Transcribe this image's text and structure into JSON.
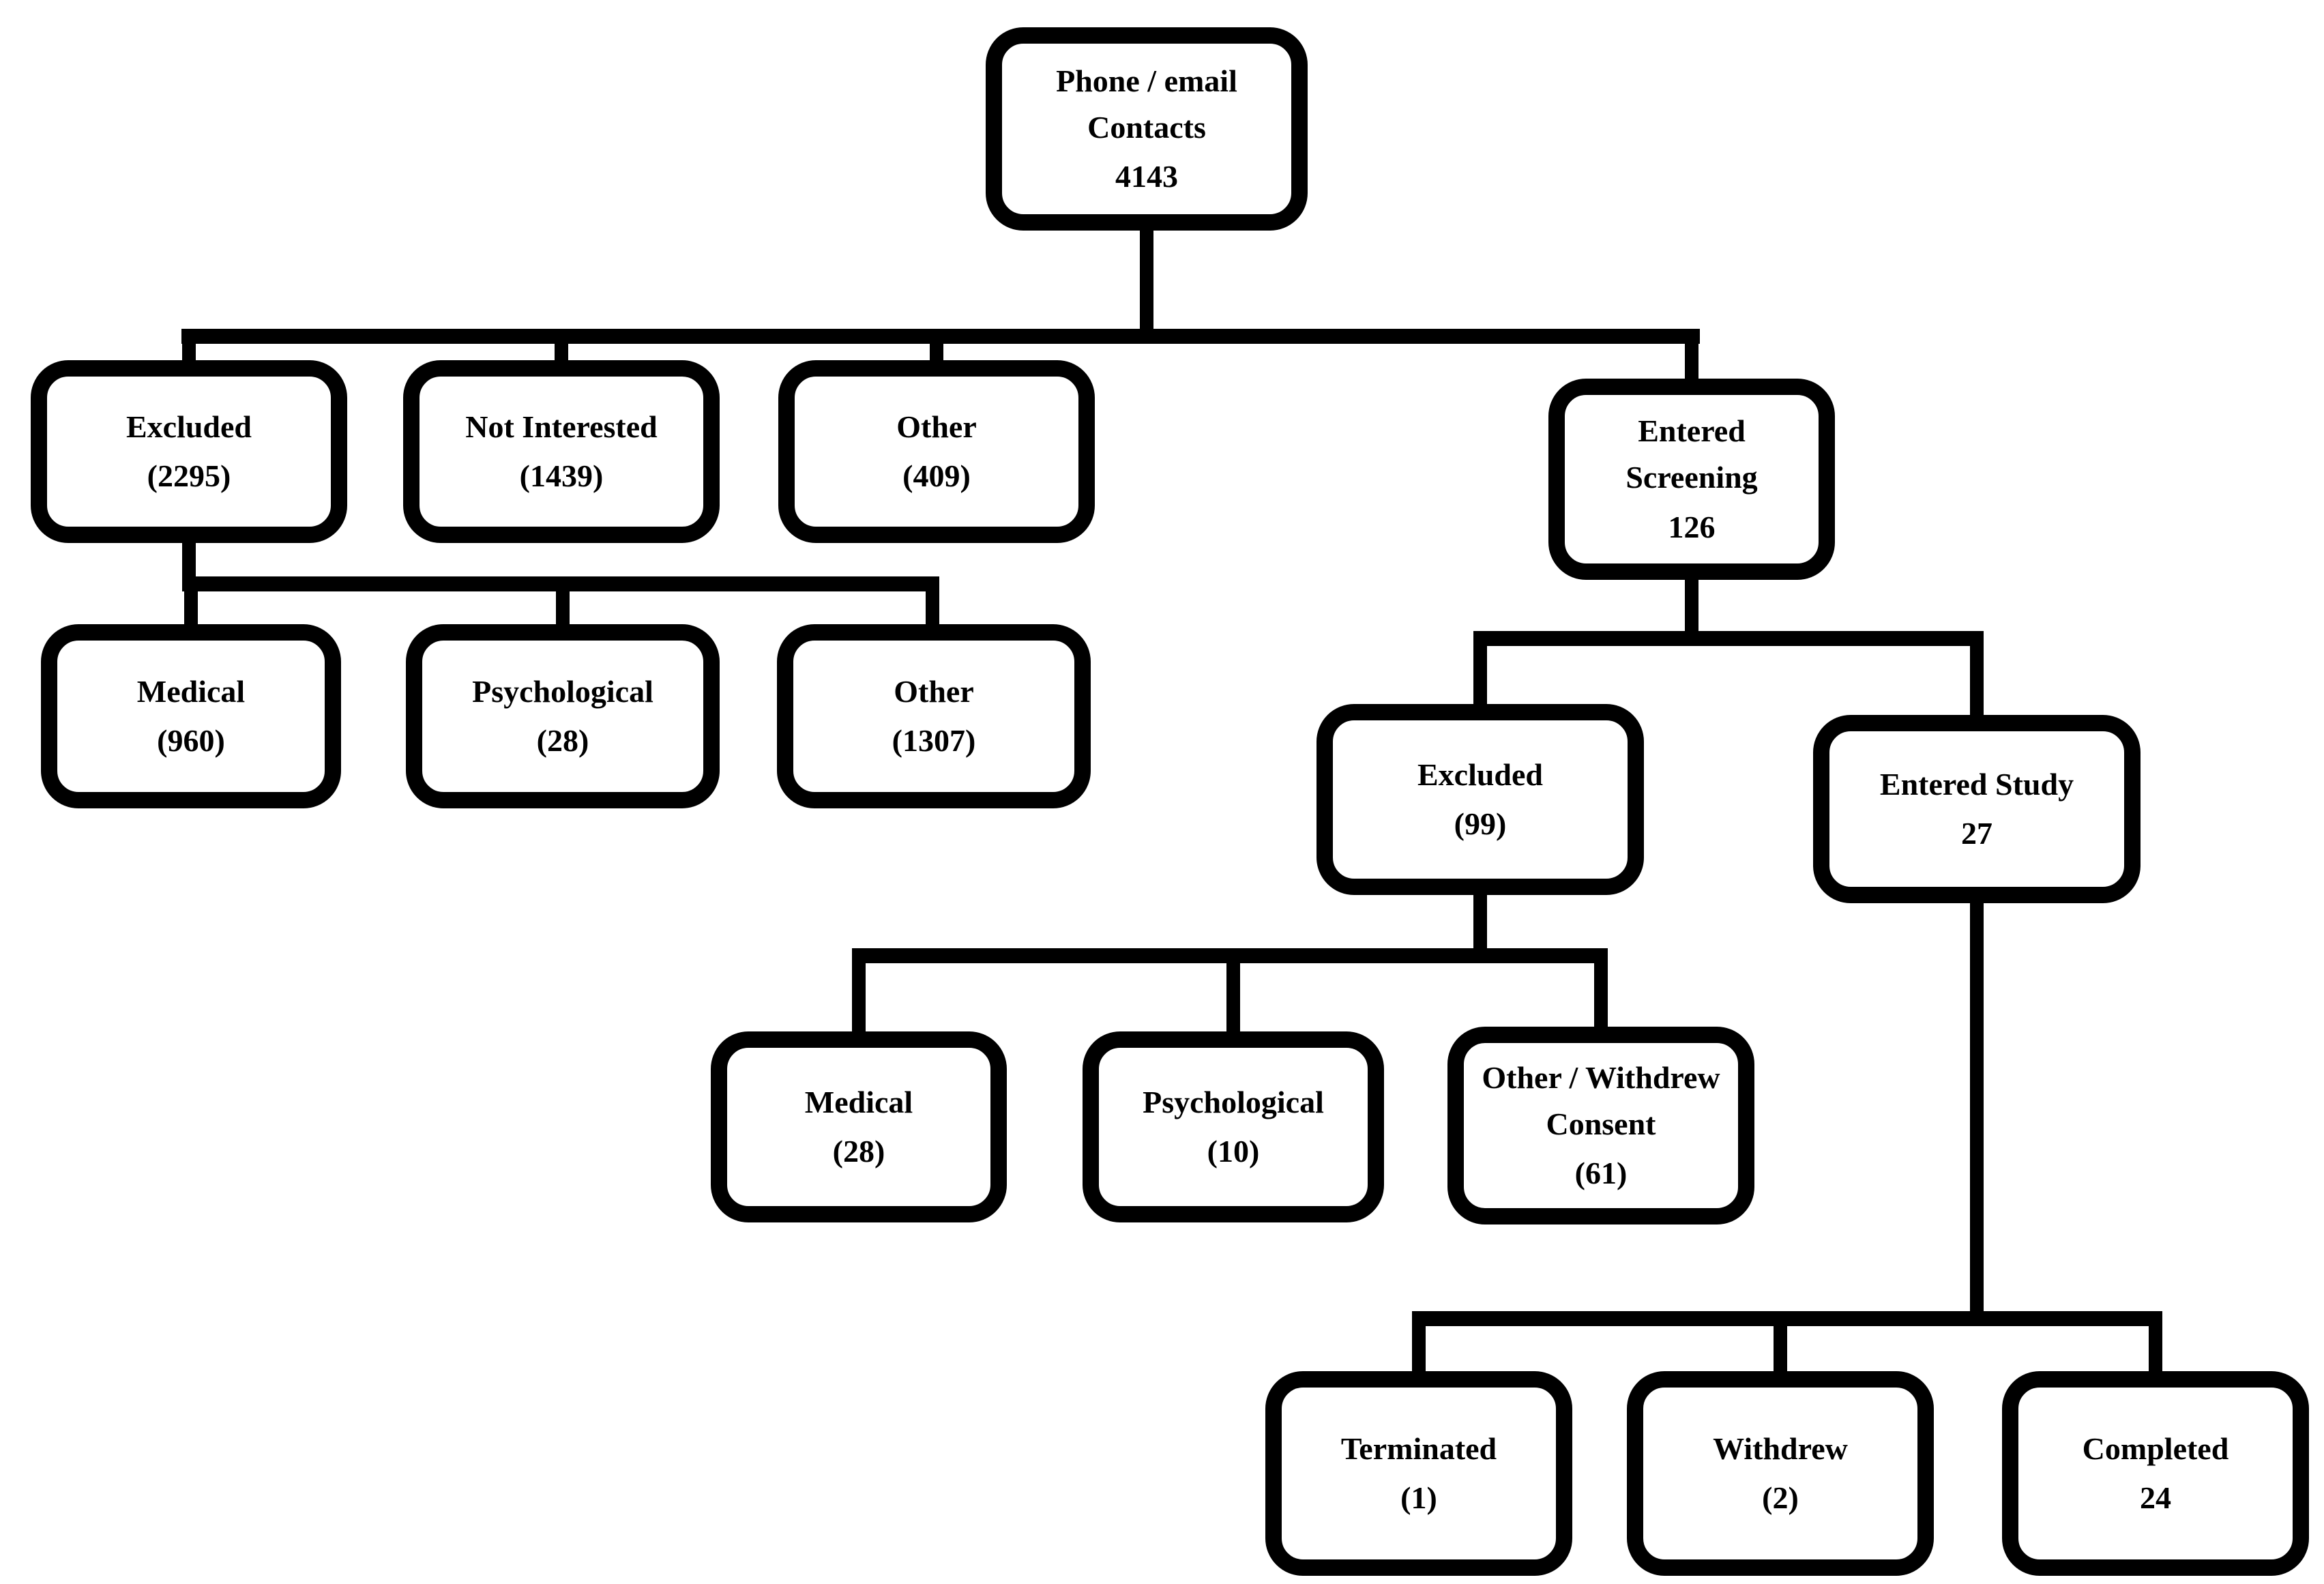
{
  "diagram": {
    "type": "flowchart",
    "description": "Participant recruitment flow diagram",
    "colors": {
      "line": "#000000",
      "box_border": "#000000",
      "box_background": "#ffffff",
      "text": "#000000",
      "page_background": "#ffffff"
    },
    "nodes": {
      "phone_contacts": {
        "label": "Phone / email\nContacts",
        "value": "4143"
      },
      "excluded_contacts": {
        "label": "Excluded",
        "value": "(2295)"
      },
      "not_interested": {
        "label": "Not Interested",
        "value": "(1439)"
      },
      "other_contacts": {
        "label": "Other",
        "value": "(409)"
      },
      "entered_screening": {
        "label": "Entered\nScreening",
        "value": "126"
      },
      "excluded_medical": {
        "label": "Medical",
        "value": "(960)"
      },
      "excluded_psychological": {
        "label": "Psychological",
        "value": "(28)"
      },
      "excluded_other": {
        "label": "Other",
        "value": "(1307)"
      },
      "screening_excluded": {
        "label": "Excluded",
        "value": "(99)"
      },
      "entered_study": {
        "label": "Entered Study",
        "value": "27"
      },
      "screening_medical": {
        "label": "Medical",
        "value": "(28)"
      },
      "screening_psychological": {
        "label": "Psychological",
        "value": "(10)"
      },
      "screening_other_withdrew": {
        "label": "Other / Withdrew\nConsent",
        "value": "(61)"
      },
      "terminated": {
        "label": "Terminated",
        "value": "(1)"
      },
      "withdrew": {
        "label": "Withdrew",
        "value": "(2)"
      },
      "completed": {
        "label": "Completed",
        "value": "24"
      }
    },
    "edges": [
      {
        "from": "phone_contacts",
        "to": [
          "excluded_contacts",
          "not_interested",
          "other_contacts",
          "entered_screening"
        ]
      },
      {
        "from": "excluded_contacts",
        "to": [
          "excluded_medical",
          "excluded_psychological",
          "excluded_other"
        ]
      },
      {
        "from": "entered_screening",
        "to": [
          "screening_excluded",
          "entered_study"
        ]
      },
      {
        "from": "screening_excluded",
        "to": [
          "screening_medical",
          "screening_psychological",
          "screening_other_withdrew"
        ]
      },
      {
        "from": "entered_study",
        "to": [
          "terminated",
          "withdrew",
          "completed"
        ]
      }
    ]
  }
}
